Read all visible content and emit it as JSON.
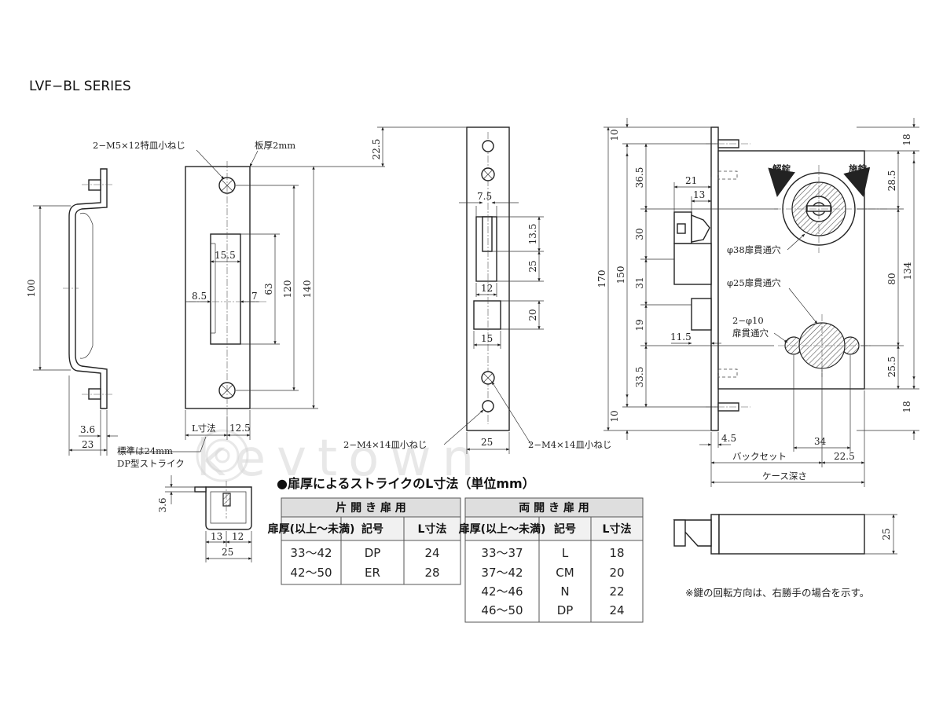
{
  "title": "LVF−BL SERIES",
  "watermark": "kevtown",
  "strike_labels": {
    "screw_top": "2−M5×12特皿小ねじ",
    "plate_thickness": "板厚2mm",
    "standard_note_1": "標準は24mm",
    "standard_note_2": "DP型ストライク",
    "l_dim": "L寸法"
  },
  "strike_dims": [
    "100",
    "3.6",
    "23",
    "15.5",
    "8.5",
    "7",
    "63",
    "120",
    "140",
    "12.5",
    "3.6",
    "13",
    "12",
    "25"
  ],
  "face_labels": {
    "screw_left": "2−M4×14皿小ねじ",
    "screw_right": "2−M4×14皿小ねじ"
  },
  "face_dims": [
    "22.5",
    "7.5",
    "13.5",
    "25",
    "12",
    "20",
    "15",
    "25"
  ],
  "body_labels": {
    "unlock": "解錠",
    "lock": "施錠",
    "hole38": "φ38扉貫通穴",
    "hole25": "φ25扉貫通穴",
    "hole10_a": "2−φ10",
    "hole10_b": "扉貫通穴",
    "backset": "バックセット",
    "case_depth": "ケース深さ"
  },
  "body_dims": [
    "10",
    "36.5",
    "30",
    "31",
    "19",
    "33.5",
    "10",
    "170",
    "150",
    "21",
    "13",
    "11.5",
    "4.5",
    "34",
    "22.5",
    "18",
    "28.5",
    "80",
    "134",
    "25.5",
    "18",
    "25"
  ],
  "table": {
    "title": "●扉厚によるストライクのL寸法（単位mm）",
    "single": {
      "header": "片 開 き 扉 用",
      "cols": [
        "扉厚(以上〜未満)",
        "記号",
        "L寸法"
      ],
      "rows": [
        [
          "33〜42",
          "DP",
          "24"
        ],
        [
          "42〜50",
          "ER",
          "28"
        ]
      ]
    },
    "double": {
      "header": "両 開 き 扉 用",
      "cols": [
        "扉厚(以上〜未満)",
        "記号",
        "L寸法"
      ],
      "rows": [
        [
          "33〜37",
          "L",
          "18"
        ],
        [
          "37〜42",
          "CM",
          "20"
        ],
        [
          "42〜46",
          "N",
          "22"
        ],
        [
          "46〜50",
          "DP",
          "24"
        ]
      ]
    }
  },
  "note": "※鍵の回転方向は、右勝手の場合を示す。"
}
